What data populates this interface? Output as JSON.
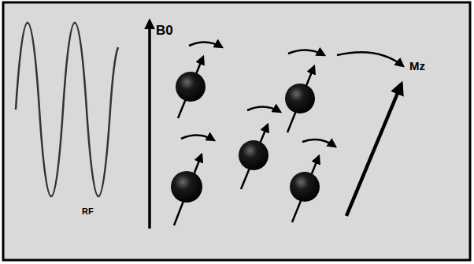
{
  "diagram": {
    "labels": [
      "B0",
      "RF",
      "Mz"
    ]
  }
}
